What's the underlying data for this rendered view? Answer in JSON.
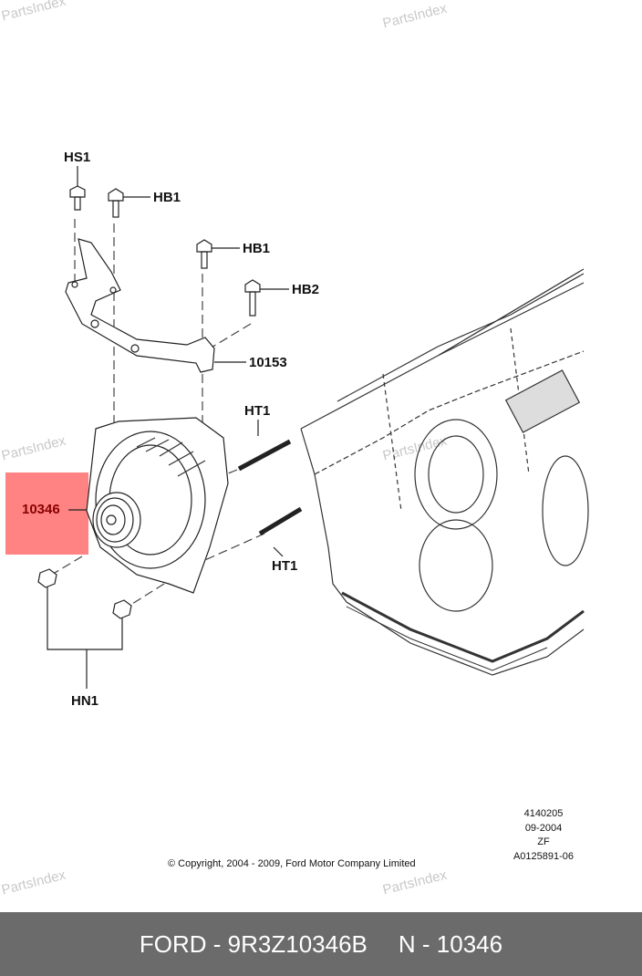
{
  "watermark": "PartsIndex",
  "callouts": {
    "hs1": "HS1",
    "hb1_a": "HB1",
    "hb1_b": "HB1",
    "hb2": "HB2",
    "bracket": "10153",
    "ht1_a": "HT1",
    "alternator": "10346",
    "ht1_b": "HT1",
    "hn1": "HN1"
  },
  "highlight_color": "#ff5a5a",
  "meta": [
    "4140205",
    "09-2004",
    "ZF",
    "A0125891-06"
  ],
  "copyright": "© Copyright, 2004 - 2009, Ford Motor Company Limited",
  "footer": {
    "part": "FORD - 9R3Z10346B",
    "ref": "N - 10346"
  }
}
